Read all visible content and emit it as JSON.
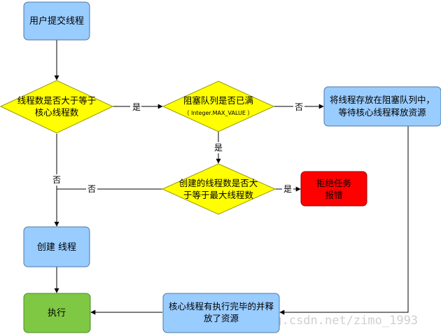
{
  "nodes": {
    "submit": {
      "label": "用户提交线程"
    },
    "core_check": {
      "lines": [
        "线程数是否大于等于",
        "核心线程数"
      ]
    },
    "queue_full": {
      "lines": [
        "阻塞队列是否已满",
        "（ Integer.MAX_VALUE ）"
      ]
    },
    "enqueue": {
      "lines": [
        "将线程存放在阻塞队列中，",
        "等待核心线程释放资源"
      ]
    },
    "max_check": {
      "lines": [
        "创建的线程数是否大",
        "于等于最大线程数"
      ]
    },
    "reject": {
      "lines": [
        "拒绝任务",
        "报错"
      ]
    },
    "create": {
      "label": "创建 线程"
    },
    "core_done": {
      "lines": [
        "核心线程有执行完毕的并释",
        "放了资源"
      ]
    },
    "execute": {
      "label": "执行"
    }
  },
  "edge_labels": {
    "core_yes": "是",
    "queue_no": "否",
    "queue_yes": "是",
    "max_yes": "是",
    "core_no": "否",
    "max_no": "否"
  },
  "watermark": "http://blog.csdn.net/zimo_1993",
  "colors": {
    "blue_fill": "#99ccff",
    "blue_stroke": "#4d79a6",
    "yellow_fill": "#ffff00",
    "yellow_stroke": "#999900",
    "red_fill": "#ff0000",
    "red_stroke": "#990000",
    "green_fill": "#7fc843",
    "green_stroke": "#4a8a25",
    "line": "#000000"
  }
}
